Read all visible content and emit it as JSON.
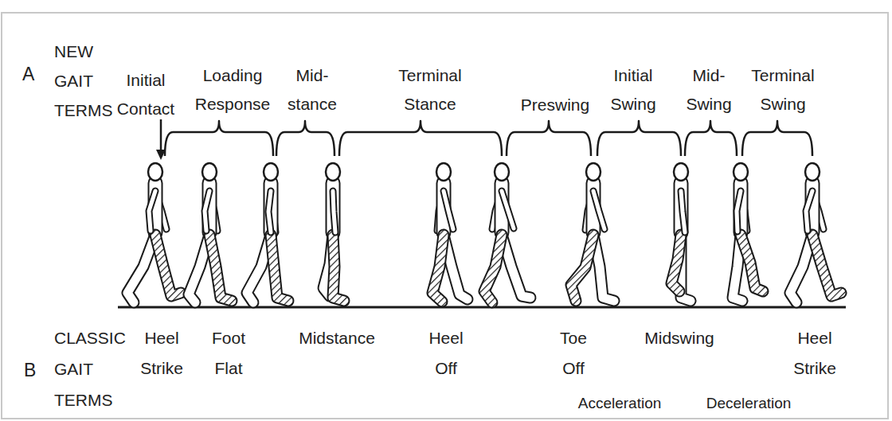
{
  "diagram": {
    "labels": [
      "A",
      "NEW GAIT TERMS",
      "Initial Contact",
      "Loading Response",
      "Mid- stance",
      "Terminal Stance",
      "Preswing",
      "Initial Swing",
      "Mid- Swing",
      "Terminal Swing",
      "B",
      "CLASSIC GAIT TERMS",
      "Heel Strike",
      "Foot Flat",
      "Midstance",
      "Heel Off",
      "Toe Off",
      "Midswing",
      "Heel Strike",
      "Acceleration",
      "Deceleration"
    ]
  }
}
